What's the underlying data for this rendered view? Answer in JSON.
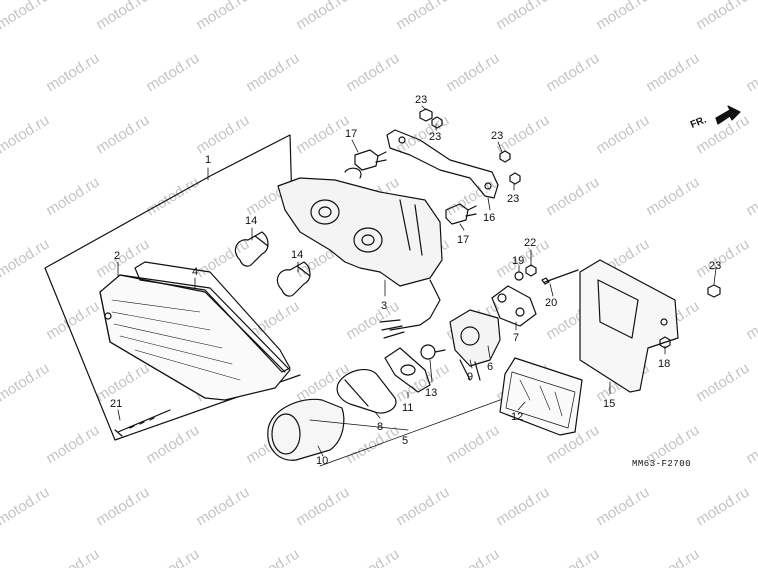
{
  "watermark_text": "motod.ru",
  "diagram_code": "MM63-F2700",
  "direction_label": "FR.",
  "callouts": [
    {
      "id": "1",
      "label": "1"
    },
    {
      "id": "2",
      "label": "2"
    },
    {
      "id": "3",
      "label": "3"
    },
    {
      "id": "4",
      "label": "4"
    },
    {
      "id": "5",
      "label": "5"
    },
    {
      "id": "6",
      "label": "6"
    },
    {
      "id": "7",
      "label": "7"
    },
    {
      "id": "8",
      "label": "8"
    },
    {
      "id": "9",
      "label": "9"
    },
    {
      "id": "10",
      "label": "10"
    },
    {
      "id": "11",
      "label": "11"
    },
    {
      "id": "12",
      "label": "12"
    },
    {
      "id": "13",
      "label": "13"
    },
    {
      "id": "14",
      "label": "14"
    },
    {
      "id": "14b",
      "label": "14"
    },
    {
      "id": "15",
      "label": "15"
    },
    {
      "id": "16",
      "label": "16"
    },
    {
      "id": "17",
      "label": "17"
    },
    {
      "id": "17b",
      "label": "17"
    },
    {
      "id": "18",
      "label": "18"
    },
    {
      "id": "19",
      "label": "19"
    },
    {
      "id": "20",
      "label": "20"
    },
    {
      "id": "21",
      "label": "21"
    },
    {
      "id": "22",
      "label": "22"
    },
    {
      "id": "23a",
      "label": "23"
    },
    {
      "id": "23b",
      "label": "23"
    },
    {
      "id": "23c",
      "label": "23"
    },
    {
      "id": "23d",
      "label": "23"
    },
    {
      "id": "23e",
      "label": "23"
    }
  ]
}
